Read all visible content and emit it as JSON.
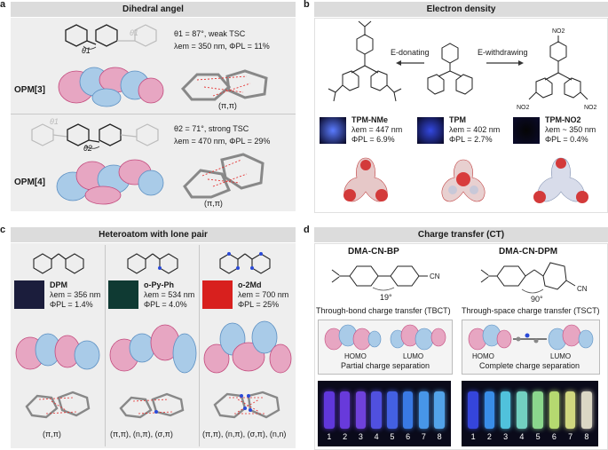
{
  "panels": {
    "a": {
      "letter": "a",
      "title": "Dihedral angel",
      "opm3": {
        "label": "OPM[3]",
        "theta_line": "θ1 = 87°, weak TSC",
        "lambda_line": "λem = 350 nm, ΦPL = 11%",
        "interaction": "(π,π)",
        "theta_mark": "θ1",
        "theta_ghost": "θ1"
      },
      "opm4": {
        "label": "OPM[4]",
        "theta_line": "θ2 = 71°, strong TSC",
        "lambda_line": "λem = 470 nm, ΦPL = 29%",
        "interaction": "(π,π)",
        "theta_mark": "θ2",
        "theta_ghost": "θ1"
      }
    },
    "b": {
      "letter": "b",
      "title": "Electron density",
      "left_arrow": "E-donating",
      "right_arrow": "E-withdrawing",
      "no2_label": "NO2",
      "compounds": [
        {
          "name": "TPM-NMe",
          "lambda": "λem = 447 nm",
          "phi": "ΦPL = 6.9%",
          "color": "#5a7bff"
        },
        {
          "name": "TPM",
          "lambda": "λem = 402 nm",
          "phi": "ΦPL = 2.7%",
          "color": "#3348e0"
        },
        {
          "name": "TPM-NO2",
          "lambda": "λem ~ 350 nm",
          "phi": "ΦPL = 0.4%",
          "color": "#050505"
        }
      ]
    },
    "c": {
      "letter": "c",
      "title": "Heteroatom with lone pair",
      "compounds": [
        {
          "name": "DPM",
          "lambda": "λem = 356 nm",
          "phi": "ΦPL = 1.4%",
          "interaction": "(π,π)",
          "color": "#1b1d3c"
        },
        {
          "name": "o-Py-Ph",
          "lambda": "λem = 534 nm",
          "phi": "ΦPL = 4.0%",
          "interaction": "(π,π), (n,π), (σ,π)",
          "color": "#0f3a33"
        },
        {
          "name": "o-2Md",
          "lambda": "λem = 700 nm",
          "phi": "ΦPL = 25%",
          "interaction": "(π,π), (n,π), (σ,π), (n,n)",
          "color": "#d8201e"
        }
      ]
    },
    "d": {
      "letter": "d",
      "title": "Charge transfer (CT)",
      "bp": {
        "name": "DMA-CN-BP",
        "angle": "19°",
        "ct_type": "Through-bond charge transfer (TBCT)",
        "homo": "HOMO",
        "lumo": "LUMO",
        "separation": "Partial charge separation",
        "vials": [
          "1",
          "2",
          "3",
          "4",
          "5",
          "6",
          "7",
          "8"
        ],
        "vial_colors": [
          "#6a3cf0",
          "#7340f0",
          "#7a48f0",
          "#5858f5",
          "#4a6af8",
          "#3f86fa",
          "#4ea6ff",
          "#5ab4ff"
        ]
      },
      "dpm": {
        "name": "DMA-CN-DPM",
        "angle": "90°",
        "ct_type": "Through-space charge transfer (TSCT)",
        "homo": "HOMO",
        "lumo": "LUMO",
        "separation": "Complete charge separation",
        "vials": [
          "1",
          "2",
          "3",
          "4",
          "5",
          "6",
          "7",
          "8"
        ],
        "vial_colors": [
          "#3a4cf0",
          "#3f9cff",
          "#58d6f2",
          "#7ee6d2",
          "#9aee9a",
          "#c8f07a",
          "#e6ee8a",
          "#f2eed8"
        ]
      }
    }
  }
}
